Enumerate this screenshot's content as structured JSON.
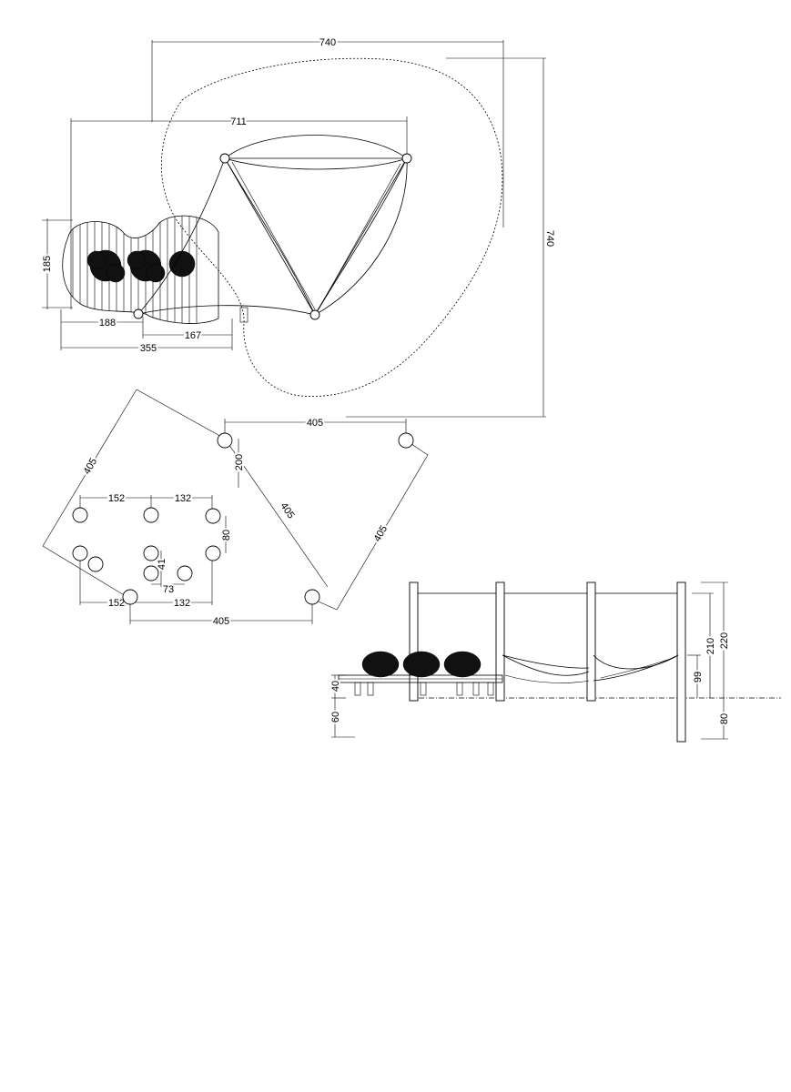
{
  "plan_view": {
    "dims": {
      "overall_width": "740",
      "overall_depth": "740",
      "sail_span": "711",
      "deck_depth": "185",
      "deck_left": "188",
      "deck_right": "167",
      "deck_total": "355"
    }
  },
  "foundation_plan": {
    "dims": {
      "side_top": "405",
      "side_left": "405",
      "diag_center": "405",
      "side_right": "405",
      "side_bottom": "405",
      "post_offset": "200",
      "row1_left": "152",
      "row1_right": "132",
      "row_spacing": "80",
      "inner_offset": "41",
      "inner_spacing": "73",
      "row2_left": "152",
      "row2_right": "132"
    }
  },
  "elevation": {
    "dims": {
      "post_height_total": "220",
      "post_height_above": "210",
      "hammock_height": "99",
      "post_depth": "80",
      "deck_height": "40",
      "deck_depth": "60"
    }
  }
}
